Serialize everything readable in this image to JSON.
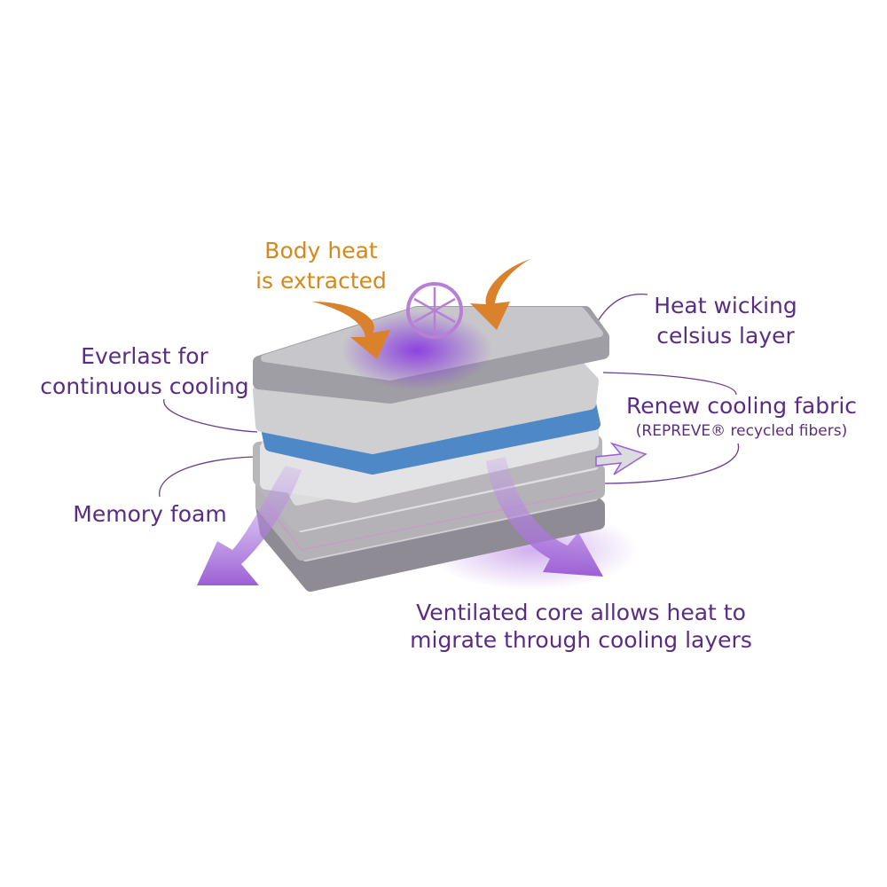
{
  "labels": {
    "body_heat": [
      "Body heat",
      "is extracted"
    ],
    "heat_wicking": [
      "Heat wicking",
      "celsius layer"
    ],
    "everlast": [
      "Everlast for",
      "continuous cooling"
    ],
    "renew": [
      "Renew cooling fabric",
      "(REPREVE® recycled fibers)"
    ],
    "memory_foam": "Memory foam",
    "ventilated": [
      "Ventilated core allows heat to",
      "migrate through cooling layers"
    ]
  },
  "colors": {
    "text_purple": "#5b2c83",
    "text_orange": "#d4891c",
    "arrow_purple": "#a86ad8",
    "arrow_orange": "#d9822b",
    "blue_layer": "#5b95cf"
  },
  "icons": [
    "snowflake-badge-icon",
    "heat-in-arrow-icon",
    "airflow-out-arrow-icon"
  ]
}
